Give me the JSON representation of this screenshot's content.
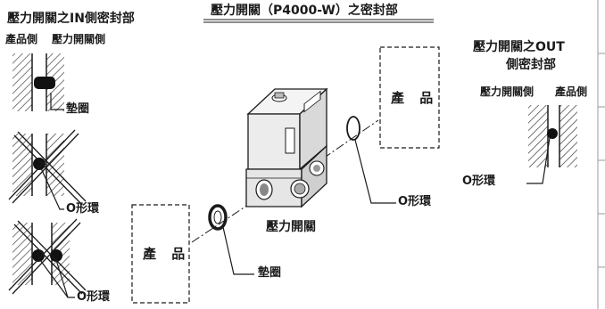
{
  "title": "壓力開關（P4000-W）之密封部",
  "in_section": {
    "heading": "壓力開關之IN側密封部",
    "side_product": "產品側",
    "side_switch": "壓力開關側",
    "gasket": "墊圈",
    "o_ring_1": "O形環",
    "o_ring_2": "O形環"
  },
  "out_section": {
    "heading_line1": "壓力開關之OUT",
    "heading_line2": "側密封部",
    "side_switch": "壓力開關側",
    "side_product": "產品側",
    "o_ring": "O形環"
  },
  "main": {
    "product_top": "產 品",
    "product_bottom": "產 品",
    "switch_label": "壓力開關",
    "o_ring": "O形環",
    "gasket": "墊圈"
  },
  "colors": {
    "line": "#1a1a1a",
    "hatch": "#333333",
    "body_light": "#f4f4f4",
    "body_mid": "#d9d9d9"
  }
}
